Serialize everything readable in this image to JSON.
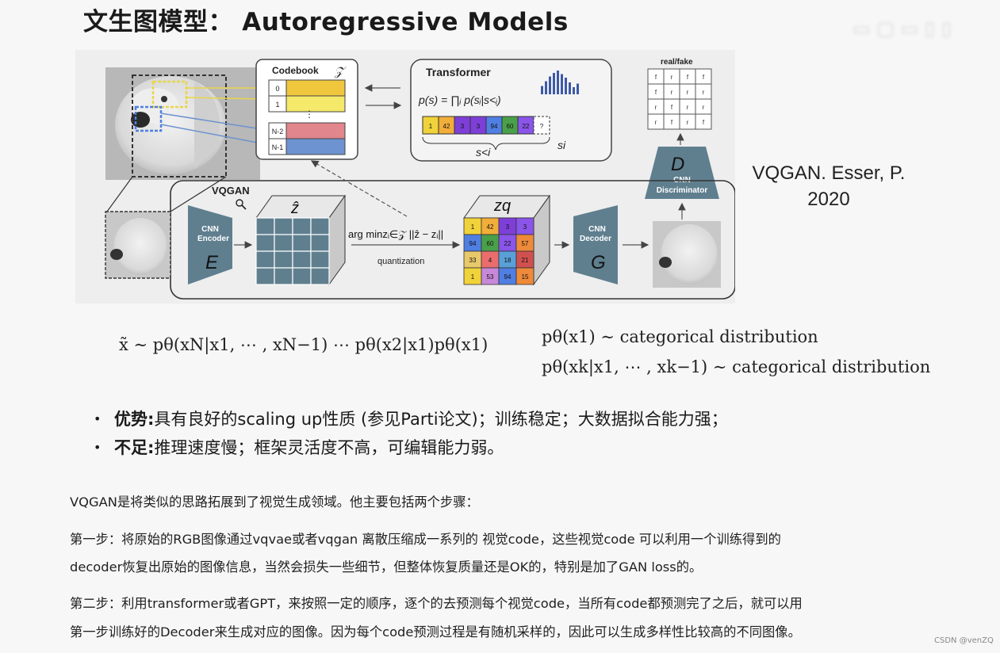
{
  "slide": {
    "title": "文生图模型： Autoregressive Models",
    "citation_line1": "VQGAN. Esser, P.",
    "citation_line2": "2020"
  },
  "diagram": {
    "codebook_label": "Codebook",
    "codebook_symbol": "𝒵",
    "codebook_indices": [
      "0",
      "1",
      "N-2",
      "N-1"
    ],
    "codebook_colors": [
      "#f0c63d",
      "#f5e96a",
      "#e0868c",
      "#6d93d0"
    ],
    "transformer_label": "Transformer",
    "transformer_formula": "p(s) = ∏ᵢ p(sᵢ|s<ᵢ)",
    "sequence_tokens": [
      "1",
      "42",
      "3",
      "3",
      "94",
      "60",
      "22",
      "?"
    ],
    "sequence_colors": [
      "#f0d23a",
      "#f2ae3a",
      "#7e3fd8",
      "#7e3fd8",
      "#4f7fe3",
      "#4aa04a",
      "#8a55e8",
      "#ffffff"
    ],
    "s_lt_i_label": "s<i",
    "s_i_label": "si",
    "histogram_values": [
      0.35,
      0.55,
      0.75,
      0.9,
      1.0,
      0.85,
      0.7,
      0.5,
      0.3,
      0.45
    ],
    "real_fake_label": "real/fake",
    "real_fake_grid": [
      "f",
      "r",
      "f",
      "f",
      "f",
      "r",
      "r",
      "r",
      "r",
      "f",
      "r",
      "r",
      "r",
      "f",
      "r",
      "f"
    ],
    "discriminator_letter": "D",
    "discriminator_label_1": "CNN",
    "discriminator_label_2": "Discriminator",
    "vqgan_label": "VQGAN",
    "encoder_label_1": "CNN",
    "encoder_label_2": "Encoder",
    "encoder_letter": "E",
    "decoder_label_1": "CNN",
    "decoder_label_2": "Decoder",
    "decoder_letter": "G",
    "zhat_label": "ẑ",
    "argmin_formula": "arg minzᵢ∈𝒵 ||ẑ − zᵢ||",
    "quantization_label": "quantization",
    "zq_label": "zq",
    "zq_grid": [
      "1",
      "42",
      "3",
      "3",
      "94",
      "60",
      "22",
      "57",
      "33",
      "4",
      "18",
      "21",
      "1",
      "53",
      "94",
      "15"
    ],
    "zq_colors": [
      "#f0d23a",
      "#f2ae3a",
      "#7e3fd8",
      "#8a55e8",
      "#4f7fe3",
      "#4aa04a",
      "#8a55e8",
      "#ee8a3a",
      "#e8c96a",
      "#ea6d6d",
      "#5aa0d8",
      "#d05050",
      "#f0d23a",
      "#c888d8",
      "#4f7fe3",
      "#ee8a3a"
    ],
    "teal": "#5f7f8f"
  },
  "math": {
    "left_formula": "x̃ ∼ pθ(xN|x1, ⋯ , xN−1) ⋯ pθ(x2|x1)pθ(x1)",
    "right_line1": "pθ(x1) ∼ categorical distribution",
    "right_line2": "pθ(xk|x1, ⋯ , xk−1) ∼ categorical distribution"
  },
  "bullets": [
    {
      "label": "优势:",
      "text": "具有良好的scaling up性质 (参见Parti论文)；训练稳定；大数据拟合能力强；"
    },
    {
      "label": "不足:",
      "text": "推理速度慢；框架灵活度不高，可编辑能力弱。"
    }
  ],
  "paragraphs": {
    "intro": "VQGAN是将类似的思路拓展到了视觉生成领域。他主要包括两个步骤：",
    "step1_line1": "第一步：将原始的RGB图像通过vqvae或者vqgan 离散压缩成一系列的 视觉code，这些视觉code 可以利用一个训练得到的",
    "step1_line2": "decoder恢复出原始的图像信息，当然会损失一些细节，但整体恢复质量还是OK的，特别是加了GAN loss的。",
    "step2_line1": "第二步：利用transformer或者GPT，来按照一定的顺序，逐个的去预测每个视觉code，当所有code都预测完了之后，就可以用",
    "step2_line2": "第一步训练好的Decoder来生成对应的图像。因为每个code预测过程是有随机采样的，因此可以生成多样性比较高的不同图像。"
  },
  "watermark": "CSDN @venZQ"
}
